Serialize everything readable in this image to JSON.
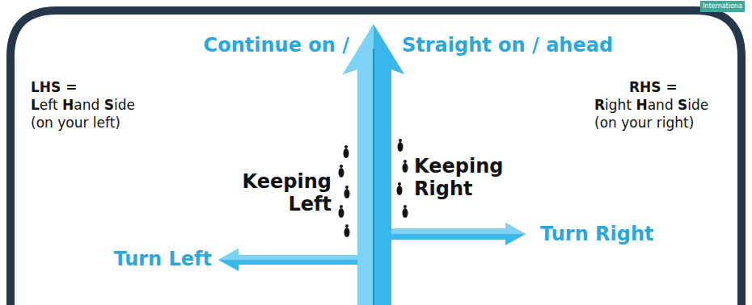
{
  "diagram": {
    "labels": [
      "Internationa",
      "Continue on /",
      "Straight on / ahead",
      "LHS =",
      "Left Hand Side",
      "(on your left)",
      "RHS =",
      "Right Hand Side",
      "(on your right)",
      "Keeping Left",
      "Keeping Right",
      "Turn Right",
      "Turn Left"
    ]
  }
}
